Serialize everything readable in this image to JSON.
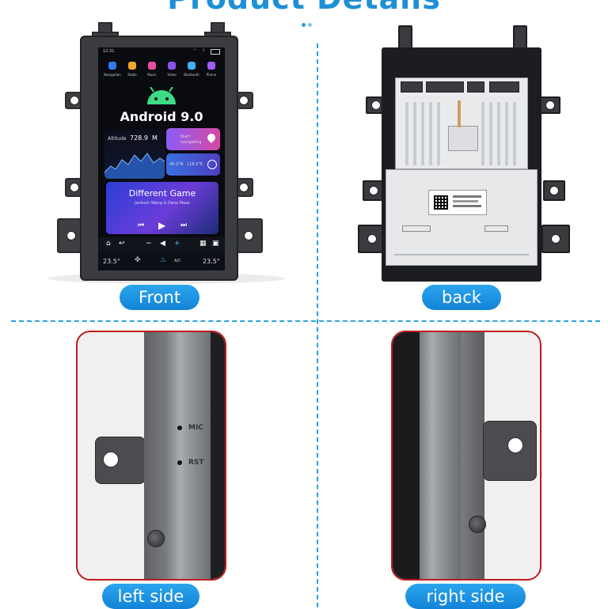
{
  "page": {
    "title": "Product Details"
  },
  "captions": {
    "front": "Front",
    "back": "back",
    "left_side": "left side",
    "right_side": "right side"
  },
  "screen": {
    "status_time": "12:31",
    "apps": [
      "Navigation",
      "Radio",
      "Music",
      "Video",
      "Bluetooth",
      "Phone"
    ],
    "os_label": "Android 9.0",
    "altitude_label": "Altitude",
    "altitude_value": "728.9",
    "altitude_unit": "M",
    "nav_card_text": "Start navigating",
    "coords_lat": "40.2°N",
    "coords_lon": "116.5°E",
    "game_title": "Different Game",
    "game_subtitle": "Jackson  Wang & Dana Mase",
    "temp_left": "23.5°",
    "temp_right": "23.5°",
    "ac_label": "A/C"
  },
  "side_labels": {
    "mic": "MIC",
    "rst": "RST"
  },
  "colors": {
    "accent": "#1e90d6",
    "divider": "#2aa3e0",
    "highlight_border": "#c01a1a"
  }
}
